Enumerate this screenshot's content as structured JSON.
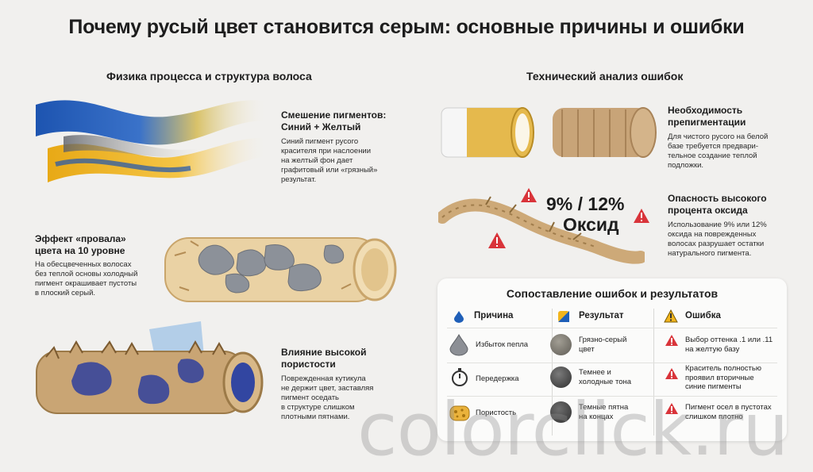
{
  "title": "Почему русый цвет становится серым: основные причины и ошибки",
  "left_section_title": "Физика процесса и структура волоса",
  "right_section_title": "Технический анализ ошибок",
  "blocks": {
    "pigments": {
      "heading": "Смешение пигментов:\nСиний + Желтый",
      "text": "Синий пигмент русого\nкрасителя при наслоении\nна желтый фон дает\nграфитовый или «грязный»\nрезультат."
    },
    "drop": {
      "heading": "Эффект «провала»\nцвета на 10 уровне",
      "text": "На обесцвеченных волосах\nбез теплой основы холодный\nпигмент окрашивает пустоты\nв плоский серый."
    },
    "porosity": {
      "heading": "Влияние высокой\nпористости",
      "text": "Поврежденная кутикула\nне держит цвет, заставляя\nпигмент оседать\nв структуре слишком\nплотными пятнами."
    },
    "prepigment": {
      "heading": "Необходимость\nпрепигментации",
      "text": "Для чистого русого на белой\nбазе требуется предвари-\nтельное создание теплой\nподложки."
    },
    "oxide": {
      "heading": "Опасность высокого\nпроцента оксида",
      "text": "Использование 9% или 12%\nоксида на поврежденных\nволосах разрушает остатки\nнатурального пигмента."
    }
  },
  "oxide_label_line1": "9% / 12%",
  "oxide_label_line2": "Оксид",
  "table": {
    "title": "Сопоставление ошибок и результатов",
    "headers": {
      "cause": "Причина",
      "result": "Результат",
      "error": "Ошибка"
    },
    "rows": [
      {
        "cause": "Избыток пепла",
        "result": "Грязно-серый\nцвет",
        "error": "Выбор оттенка .1 или .11\nна желтую базу"
      },
      {
        "cause": "Передержка",
        "result": "Темнее и\nхолодные тона",
        "error": "Краситель полностью\nпроявил вторичные\nсиние пигменты"
      },
      {
        "cause": "Пористость",
        "result": "Темные пятна\nна концах",
        "error": "Пигмент осел в пустотах\nслишком плотно"
      }
    ]
  },
  "watermark": "colorclick.ru",
  "colors": {
    "blue": "#1f5fb8",
    "yellow": "#f2b51d",
    "warn": "#d9343a",
    "hair": "#e8cf9e"
  }
}
